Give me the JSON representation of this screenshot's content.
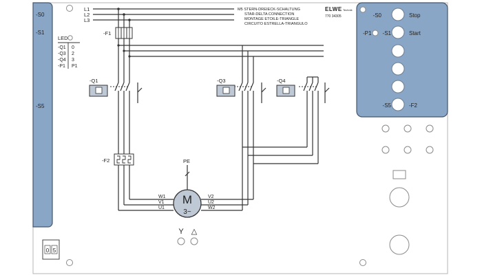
{
  "supply_labels": [
    "L1",
    "L2",
    "L3"
  ],
  "title_block": [
    "M5 STERN-DREIECK-SCHALTUNG",
    "STAR-DELTA CONNECTION",
    "MONTAGE ETOILE-TRIANGLE",
    "CIRCUITO ESTRELLA-TRIANGULO"
  ],
  "logo_text": "ELWE",
  "logo_sub": "Technik",
  "part_number": "770 34305",
  "left_panel": {
    "s0": "-S0",
    "s1": "-S1",
    "s5": "-S5"
  },
  "led_table": {
    "header": "LED",
    "rows": [
      {
        "name": "-Q1",
        "value": "0"
      },
      {
        "name": "-Q3",
        "value": "2"
      },
      {
        "name": "-Q4",
        "value": "3"
      },
      {
        "name": "-P1",
        "value": "P1"
      }
    ]
  },
  "components": {
    "f1": "-F1",
    "q1": "-Q1",
    "q3": "-Q3",
    "q4": "-Q4",
    "f2": "-F2",
    "pe": "PE"
  },
  "motor": {
    "symbol": "M",
    "phase": "3~",
    "left_terminals": [
      "W1",
      "V1",
      "U1"
    ],
    "right_terminals": [
      "V2",
      "U2",
      "W2"
    ]
  },
  "star_symbol": "Y",
  "delta_symbol": "△",
  "right_panel": {
    "rows": [
      {
        "left": "-S0",
        "right": "Stop"
      },
      {
        "left": "-S1",
        "right": "Start",
        "lamp": "-P1"
      },
      {
        "left": "",
        "right": ""
      },
      {
        "left": "",
        "right": ""
      },
      {
        "left": "",
        "right": ""
      },
      {
        "left": "-S5",
        "right": "-F2"
      }
    ]
  },
  "seg_display": [
    "0",
    "5"
  ]
}
